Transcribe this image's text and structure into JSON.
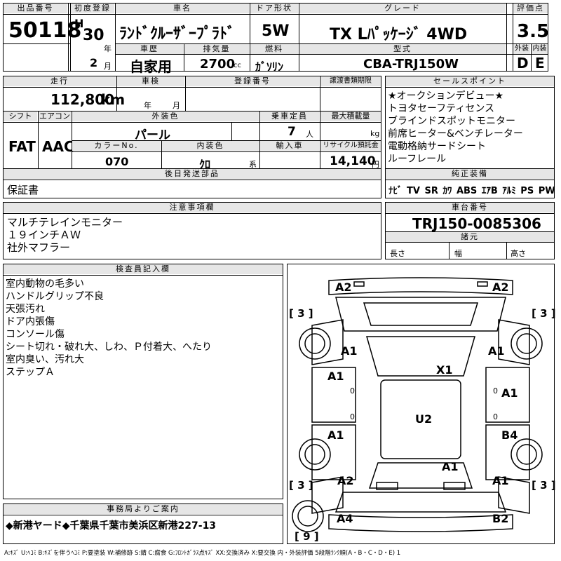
{
  "header": {
    "lot_no_label": "出品番号",
    "first_reg_label": "初度登録",
    "car_name_label": "車名",
    "door_label": "ドア形状",
    "grade_label": "グレード",
    "score_label": "評価点",
    "lot_no": "50118",
    "era": "H",
    "year": "30",
    "year_unit": "年",
    "month": "2",
    "month_unit": "月",
    "car_name": "ﾗﾝﾄﾞｸﾙｰｻﾞｰﾌﾟﾗﾄﾞ",
    "doors": "5W",
    "grade": "TX Lﾊﾟｯｹｰｼﾞ 4WD",
    "score": "3.5",
    "history_label": "車歴",
    "history": "自家用",
    "displacement_label": "排気量",
    "displacement": "2700",
    "displacement_unit": "cc",
    "fuel_label": "燃料",
    "fuel": "ｶﾞｿﾘﾝ",
    "model_label": "型式",
    "model": "CBA-TRJ150W",
    "exterior_label": "外装",
    "exterior": "D",
    "interior_label": "内装",
    "interior": "E"
  },
  "row2": {
    "mileage_label": "走行",
    "mileage": "112,800",
    "mileage_unit": "km",
    "inspection_label": "車検",
    "inspection_year_unit": "年",
    "inspection_month_unit": "月",
    "reg_no_label": "登録番号",
    "transfer_label": "譲渡書類期限",
    "shift_label": "シフト",
    "shift": "FAT",
    "ac_label": "エアコン",
    "ac": "AAC",
    "color_label": "外装色",
    "color": "パール",
    "capacity_label": "乗車定員",
    "capacity": "7",
    "capacity_unit": "人",
    "load_label": "最大積載量",
    "load_unit": "kg",
    "color_no_label": "カラーNo.",
    "color_no": "070",
    "interior_color_label": "内装色",
    "interior_color": "ｸﾛ",
    "interior_color_unit": "系",
    "import_label": "輸入車",
    "recycle_label": "リサイクル預託金",
    "recycle": "14,140",
    "recycle_unit": "円",
    "later_parts_label": "後日発送部品",
    "later_parts": "保証書"
  },
  "sales_points": {
    "label": "セールスポイント",
    "items": [
      "★オークションデビュー★",
      "トヨタセーフティセンス",
      "ブラインドスポットモニター",
      "前席ヒーター&ベンチレーター",
      "電動格納サードシート",
      "ルーフレール"
    ]
  },
  "equipment": {
    "label": "純正装備",
    "items": [
      "ﾅﾋﾞ",
      "TV",
      "SR",
      "ｶﾜ",
      "ABS",
      "ｴｱB",
      "ｱﾙﾐ",
      "PS",
      "PW"
    ]
  },
  "notes": {
    "label": "注意事項欄",
    "items": [
      "マルチテレインモニター",
      "１９インチＡＷ",
      "社外マフラー"
    ]
  },
  "chassis": {
    "label": "車台番号",
    "value": "TRJ150-0085306",
    "specs_label": "諸元",
    "length_label": "長さ",
    "width_label": "幅",
    "height_label": "高さ"
  },
  "inspector": {
    "label": "検査員記入欄",
    "items": [
      "室内動物の毛多い",
      "ハンドルグリップ不良",
      "天張汚れ",
      "ドア内張傷",
      "コンソール傷",
      "シート切れ・破れ大、しわ、Ｐ付着大、へたり",
      "室内臭い、汚れ大",
      "ステップＡ"
    ]
  },
  "office": {
    "label": "事務局よりご案内",
    "text": "◆新港ヤード◆千葉県千葉市美浜区新港227-13"
  },
  "diagram": {
    "marks": {
      "front_left_top": "A2",
      "front_right_top": "A2",
      "fl_tire": "[ 3 ]",
      "fr_tire": "[ 3 ]",
      "fl_fender": "A1",
      "fr_fender": "A1",
      "front_glass": "X1",
      "fl_door": "A1",
      "fr_door": "A1",
      "roof": "U2",
      "rl_door": "A1",
      "rr_door": "B4",
      "rear_center": "A1",
      "rl_tire": "[ 3 ]",
      "rr_tire": "[ 3 ]",
      "rl_quarter": "A2",
      "rr_quarter": "A1",
      "rear_left": "A4",
      "rear_right": "B2",
      "spare_tire": "[ 9 ]",
      "door_left_upper": "0",
      "door_left_lower": "0",
      "door_right_upper": "0",
      "door_right_lower": "0"
    }
  },
  "legend": "A:ｷｽﾞ U:ﾍｺﾐ B:ｷｽﾞを伴うﾍｺﾐ P:要塗装 W:補修跡 S:錆 C:腐食 G:ﾌﾛﾝﾄｶﾞﾗｽ点ｷｽﾞ XX:交換済み X:要交換 内・外装評価 5段階ﾗﾝｸ順(A・B・C・D・E) 1"
}
